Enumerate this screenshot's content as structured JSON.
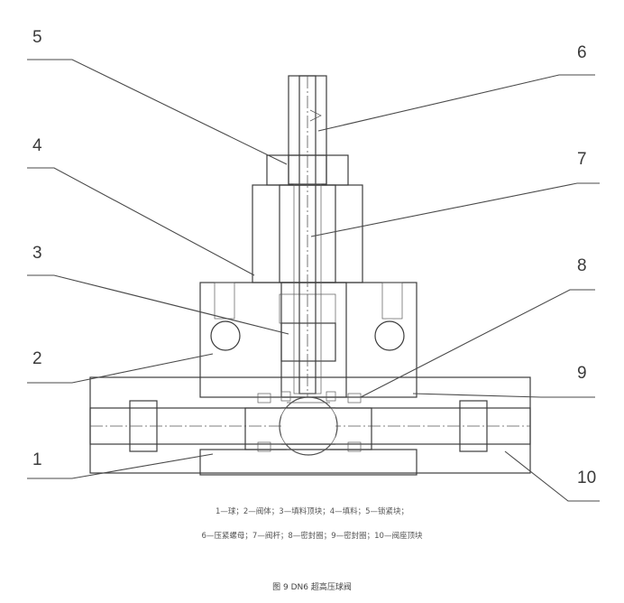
{
  "figure": {
    "labels": {
      "l1": "1",
      "l2": "2",
      "l3": "3",
      "l4": "4",
      "l5": "5",
      "l6": "6",
      "l7": "7",
      "l8": "8",
      "l9": "9",
      "l10": "10"
    },
    "legend_line1": "1—球；2—阀体；3—填料顶块；4—填料；5—锁紧块；",
    "legend_line2": "6—压紧螺母；7—阀杆；8—密封圈；9—密封圈；10—阀座顶块",
    "caption": "图 9 DN6 超高压球阀"
  }
}
